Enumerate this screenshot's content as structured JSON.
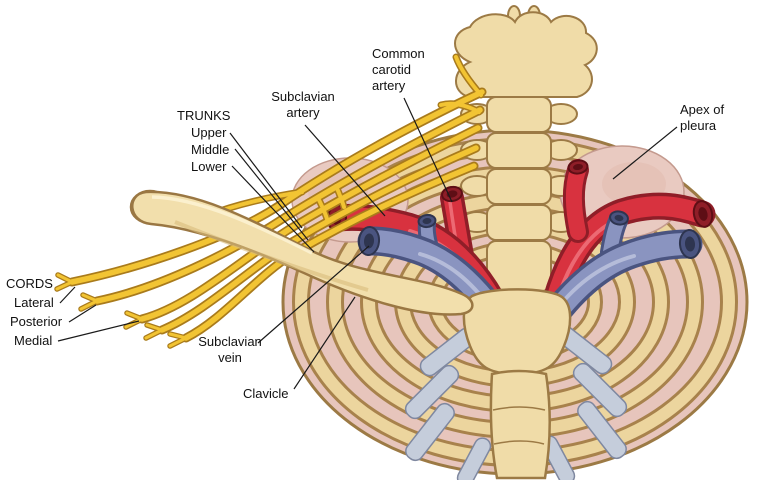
{
  "figure": {
    "labels": {
      "common_carotid": {
        "line1": "Common",
        "line2": "carotid",
        "line3": "artery"
      },
      "subclavian_artery": {
        "line1": "Subclavian",
        "line2": "artery"
      },
      "trunks": {
        "heading": "TRUNKS",
        "items": [
          {
            "label": "Upper"
          },
          {
            "label": "Middle"
          },
          {
            "label": "Lower"
          }
        ]
      },
      "apex_of_pleura": {
        "line1": "Apex of",
        "line2": "pleura"
      },
      "cords": {
        "heading": "CORDS",
        "items": [
          {
            "label": "Lateral"
          },
          {
            "label": "Posterior"
          },
          {
            "label": "Medial"
          }
        ]
      },
      "subclavian_vein": {
        "line1": "Subclavian",
        "line2": "vein"
      },
      "clavicle": {
        "label": "Clavicle"
      }
    },
    "colors": {
      "bone": "#F0DCA8",
      "bone_outline": "#9C7A45",
      "artery_red": "#D8323F",
      "artery_dark": "#8F1E28",
      "vein_blue": "#8A94C0",
      "vein_dark": "#4A5480",
      "nerve_yellow": "#F2C433",
      "nerve_dark": "#A97B1C",
      "pleura_pink": "#E7C5BC",
      "cartilage_blue": "#C5CDDB",
      "background": "#FFFFFF",
      "label_text": "#111111"
    }
  }
}
